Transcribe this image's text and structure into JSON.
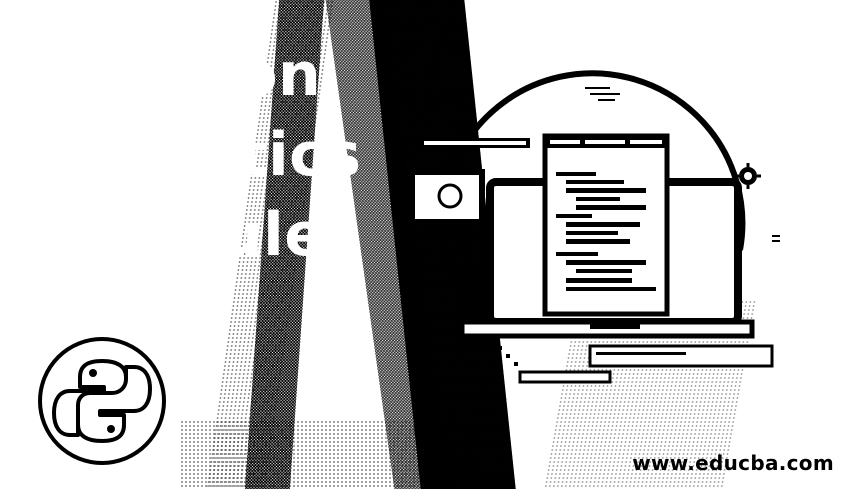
{
  "banner": {
    "title_lines": [
      "Python",
      "Statistics",
      "Module"
    ],
    "watermark": "www.educba.com"
  },
  "icons": {
    "logo": "python-logo-icon",
    "laptop": "laptop-icon",
    "code_window": "code-window-icon",
    "monitor": "monitor-icon",
    "settings": "gear-icon",
    "tablet": "tablet-icon"
  },
  "colors": {
    "background": "#ffffff",
    "ink": "#000000"
  }
}
